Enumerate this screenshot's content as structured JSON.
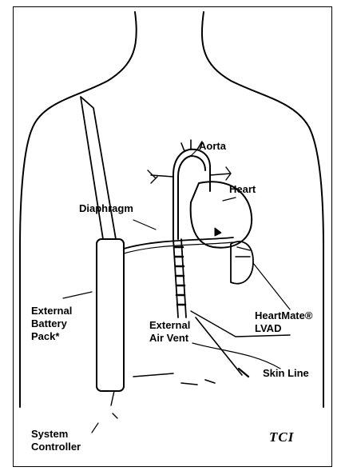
{
  "labels": {
    "aorta": "Aorta",
    "heart": "Heart",
    "diaphragm": "Diaphragm",
    "external_battery_pack_line1": "External",
    "external_battery_pack_line2": "Battery",
    "external_battery_pack_line3": "Pack*",
    "external_air_vent_line1": "External",
    "external_air_vent_line2": "Air Vent",
    "heartmate_line1": "HeartMate®",
    "heartmate_line2": "LVAD",
    "skin_line": "Skin Line",
    "system_controller_line1": "System",
    "system_controller_line2": "Controller"
  },
  "logo": "TCI"
}
